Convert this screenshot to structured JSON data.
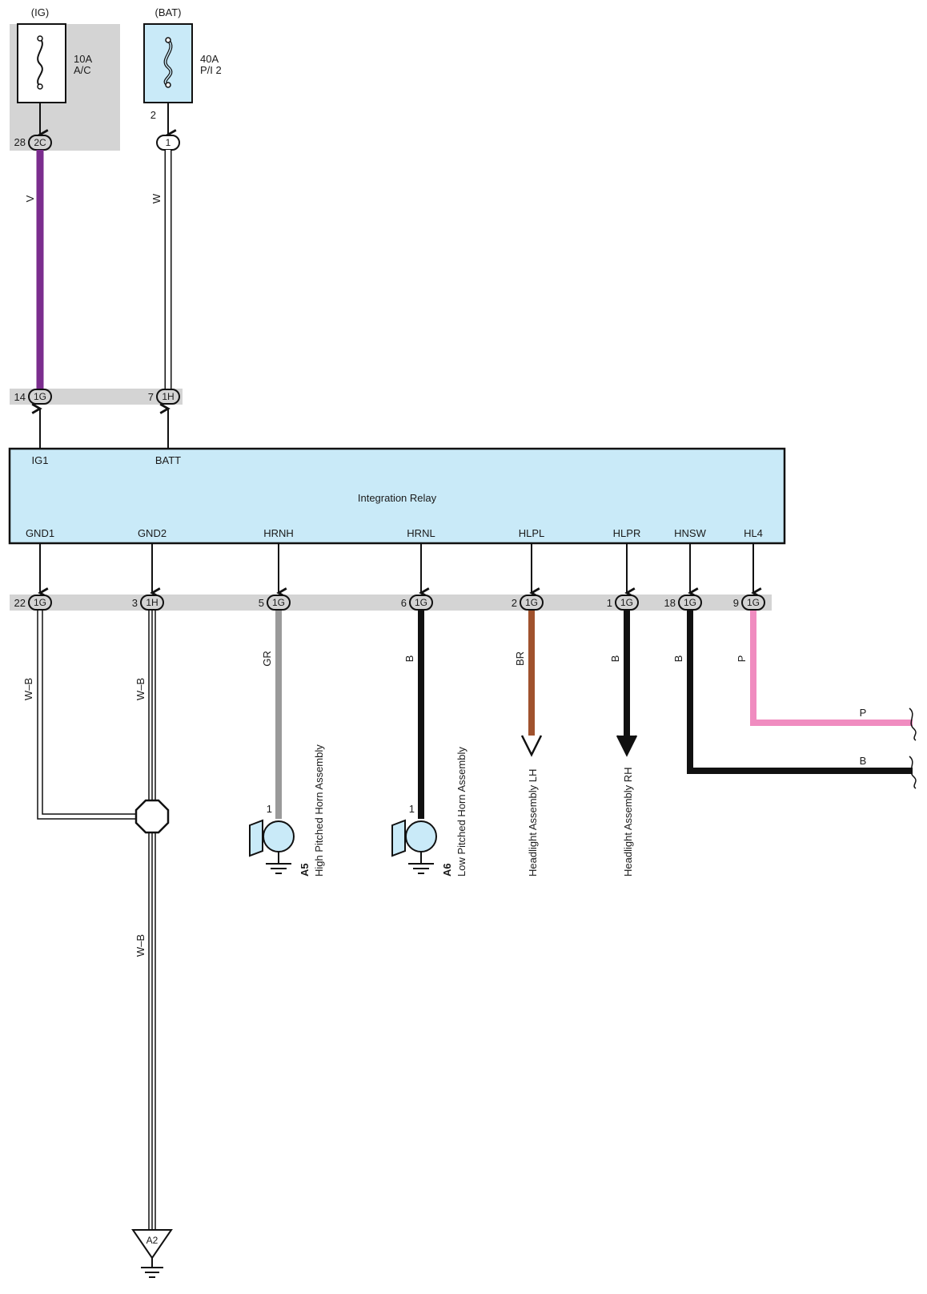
{
  "fuses": {
    "ig": {
      "source": "(IG)",
      "rating": "10A",
      "name": "A/C"
    },
    "bat": {
      "source": "(BAT)",
      "rating": "40A",
      "name": "P/I 2"
    }
  },
  "upper_connectors": {
    "c2c": {
      "pin": "28",
      "code": "2C"
    },
    "c1": {
      "pin": "2",
      "code": "1"
    },
    "c1g_top": {
      "pin": "14",
      "code": "1G"
    },
    "c1h_top": {
      "pin": "7",
      "code": "1H"
    }
  },
  "wire_colors": {
    "ig_wire": "V",
    "bat_wire": "W",
    "gnd1_wire": "W–B",
    "gnd2_wire": "W–B",
    "ground_trunk_wire": "W–B",
    "hrnh_wire": "GR",
    "hrnl_wire": "B",
    "hlpl_wire": "BR",
    "hlpr_wire": "B",
    "hnsw_wire": "B",
    "hl4_wire": "P",
    "hl4_out": "P",
    "hnsw_out": "B"
  },
  "relay": {
    "title": "Integration Relay",
    "top_pins": [
      "IG1",
      "BATT"
    ],
    "bottom_pins": [
      "GND1",
      "GND2",
      "HRNH",
      "HRNL",
      "HLPL",
      "HLPR",
      "HNSW",
      "HL4"
    ]
  },
  "lower_connectors": [
    {
      "pin": "22",
      "code": "1G"
    },
    {
      "pin": "3",
      "code": "1H"
    },
    {
      "pin": "5",
      "code": "1G"
    },
    {
      "pin": "6",
      "code": "1G"
    },
    {
      "pin": "2",
      "code": "1G"
    },
    {
      "pin": "1",
      "code": "1G"
    },
    {
      "pin": "18",
      "code": "1G"
    },
    {
      "pin": "9",
      "code": "1G"
    }
  ],
  "components": {
    "a5": {
      "id": "A5",
      "name": "High Pitched Horn Assembly",
      "pin": "1"
    },
    "a6": {
      "id": "A6",
      "name": "Low Pitched Horn Assembly",
      "pin": "1"
    },
    "hl_lh": {
      "name": "Headlight Assembly LH"
    },
    "hl_rh": {
      "name": "Headlight Assembly RH"
    },
    "ground": {
      "id": "A2"
    }
  },
  "colors": {
    "violet": "#7b2d8e",
    "gray": "#9a9a9a",
    "black": "#111111",
    "brown": "#a0522d",
    "pink": "#f08cc0",
    "relay_fill": "#c9eaf8",
    "bus_gray": "#d4d4d4"
  }
}
